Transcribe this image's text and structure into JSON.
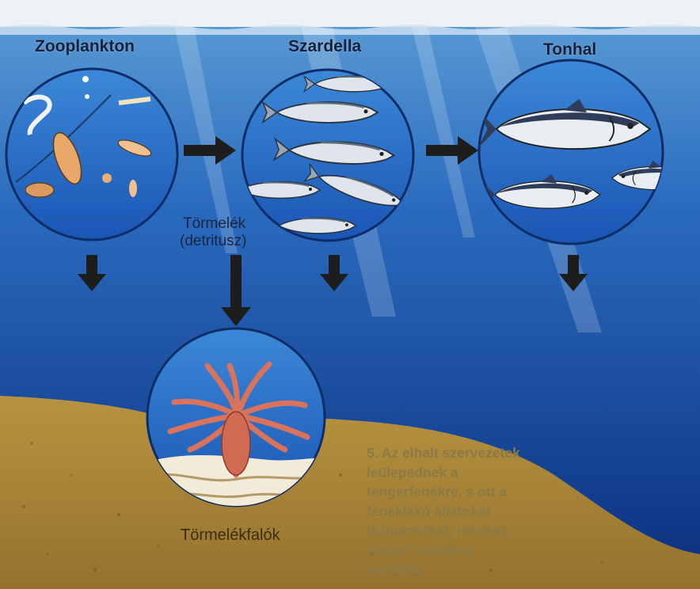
{
  "labels": {
    "zooplankton": "Zooplankton",
    "anchovy": "Szardella",
    "tuna": "Tonhal",
    "detritus_line1": "Törmelék",
    "detritus_line2": "(detritusz)",
    "detritivores": "Törmelékfalók"
  },
  "caption": {
    "lines": [
      "5. Az elhalt szervezetek",
      "leülepednek a",
      "tengerfenékre, s ott a",
      "fenéklakó állatokat",
      "(szivacsokat, rákokat,",
      "tengeri sünöket)",
      "táplálják."
    ]
  },
  "colors": {
    "sea_top": "#4c92d0",
    "sea_bottom": "#0b2f7d",
    "seabed": "#b08a3c",
    "arrow": "#1a1a1a",
    "anemone": "#e08870"
  }
}
